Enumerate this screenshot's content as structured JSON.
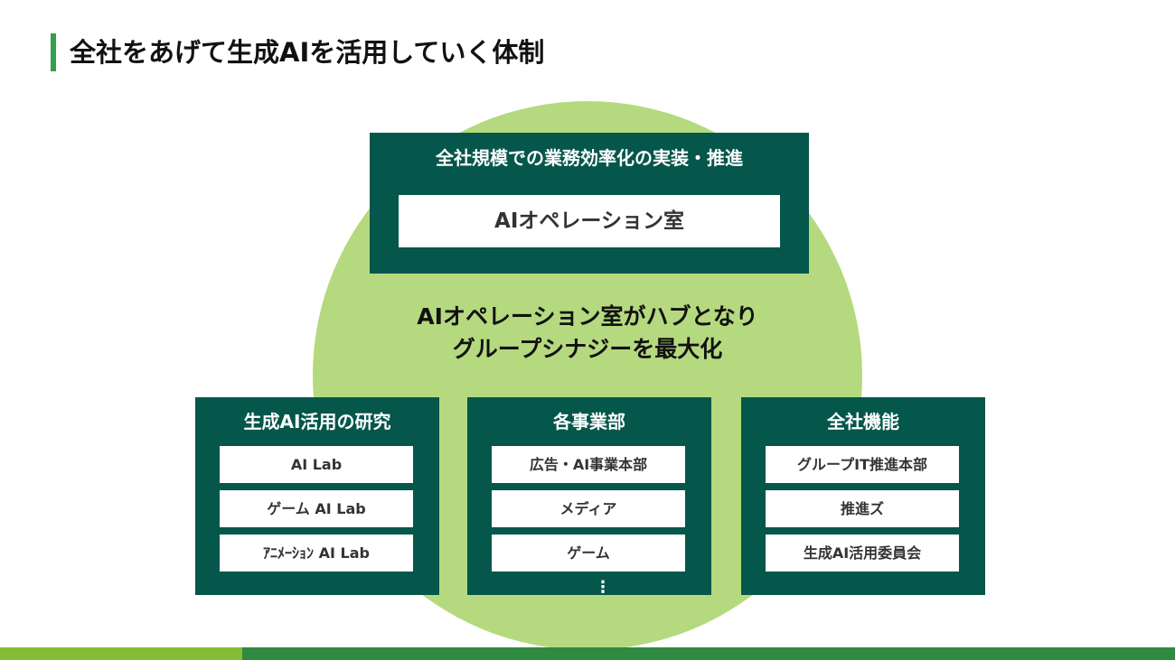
{
  "title": "全社をあげて生成AIを活用していく体制",
  "colors": {
    "accent_bar": "#34a04a",
    "circle": "#b5d97f",
    "box_dark": "#05564b",
    "footer_light": "#84bd35",
    "footer_dark": "#318a42"
  },
  "top_box": {
    "heading": "全社規模での業務効率化の実装・推進",
    "unit": "AIオペレーション室"
  },
  "hub_message": {
    "line1": "AIオペレーション室がハブとなり",
    "line2": "グループシナジーを最大化"
  },
  "groups": [
    {
      "heading": "生成AI活用の研究",
      "items": [
        "AI Lab",
        "ゲーム AI Lab",
        "ｱﾆﾒｰｼｮﾝ AI Lab"
      ]
    },
    {
      "heading": "各事業部",
      "items": [
        "広告・AI事業本部",
        "メディア",
        "ゲーム"
      ],
      "more_indicator": "⋮"
    },
    {
      "heading": "全社機能",
      "items": [
        "グループIT推進本部",
        "推進ズ",
        "生成AI活用委員会"
      ]
    }
  ]
}
